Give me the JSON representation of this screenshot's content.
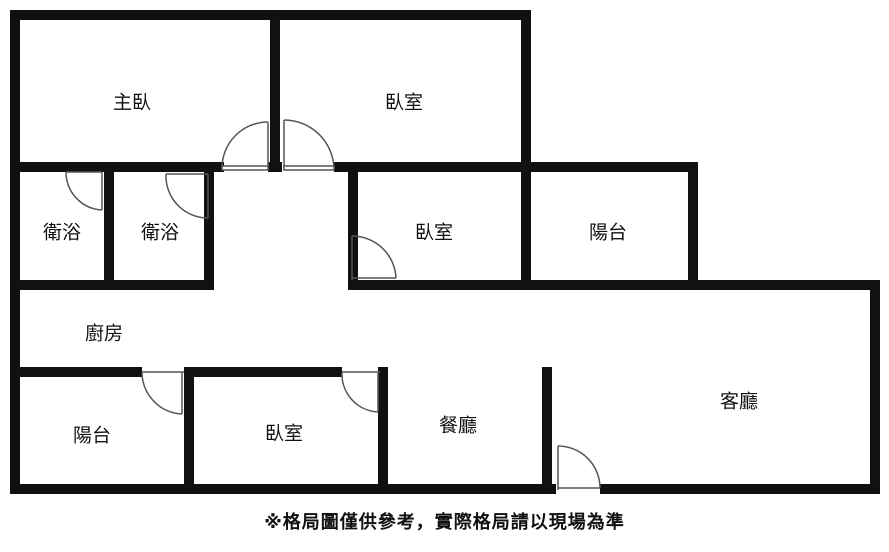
{
  "rooms": {
    "master_bedroom": "主臥",
    "bedroom_top": "臥室",
    "bathroom_1": "衛浴",
    "bathroom_2": "衛浴",
    "bedroom_middle": "臥室",
    "balcony_top": "陽台",
    "kitchen": "廚房",
    "balcony_bottom": "陽台",
    "bedroom_bottom": "臥室",
    "dining_room": "餐廳",
    "living_room": "客廳"
  },
  "footer_note": "※格局圖僅供參考，實際格局請以現場為準",
  "colors": {
    "wall": "#111111",
    "door": "#555555",
    "background": "#ffffff"
  }
}
